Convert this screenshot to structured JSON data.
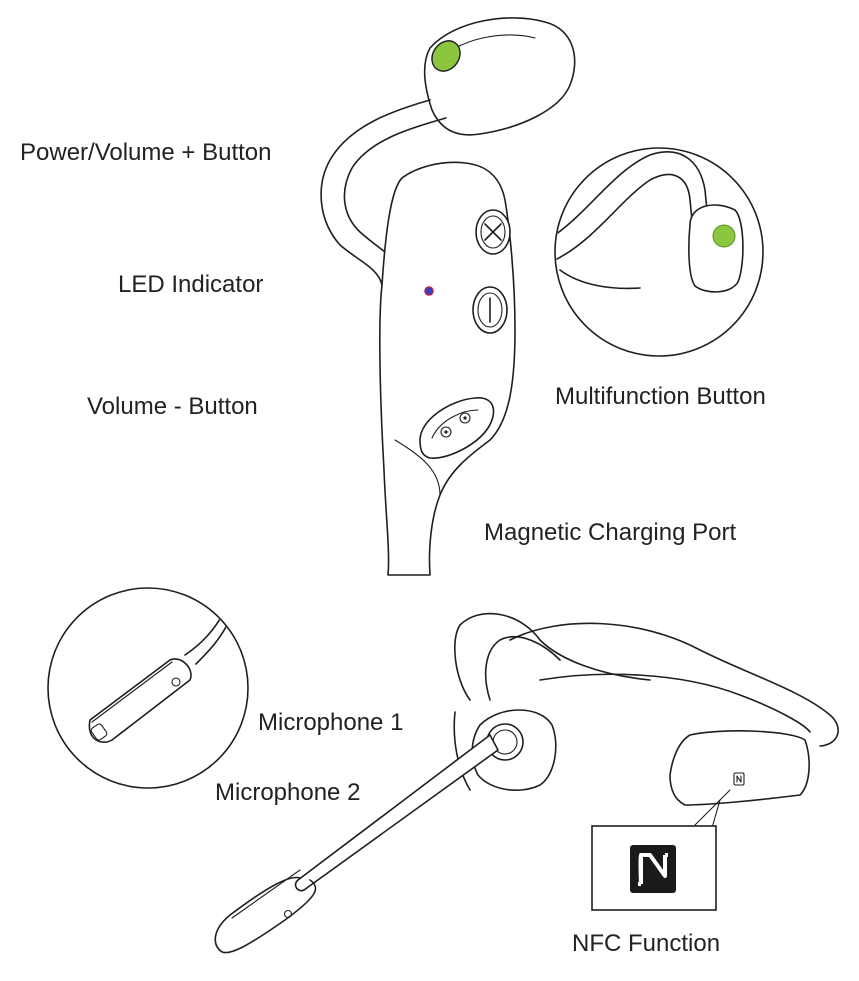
{
  "labels": {
    "power_volume_plus": "Power/Volume + Button",
    "led_indicator": "LED Indicator",
    "volume_minus": "Volume - Button",
    "multifunction": "Multifunction Button",
    "magnetic_port": "Magnetic Charging Port",
    "microphone_1": "Microphone 1",
    "microphone_2": "Microphone 2",
    "nfc_function": "NFC Function"
  },
  "colors": {
    "button_accent": "#8cc63f",
    "led": "#3b3fbf",
    "outline": "#1f1f1f",
    "label_text": "#222222"
  },
  "icons": {
    "nfc": "nfc-n-mark-icon",
    "plus": "plus-icon",
    "minus": "minus-icon"
  }
}
